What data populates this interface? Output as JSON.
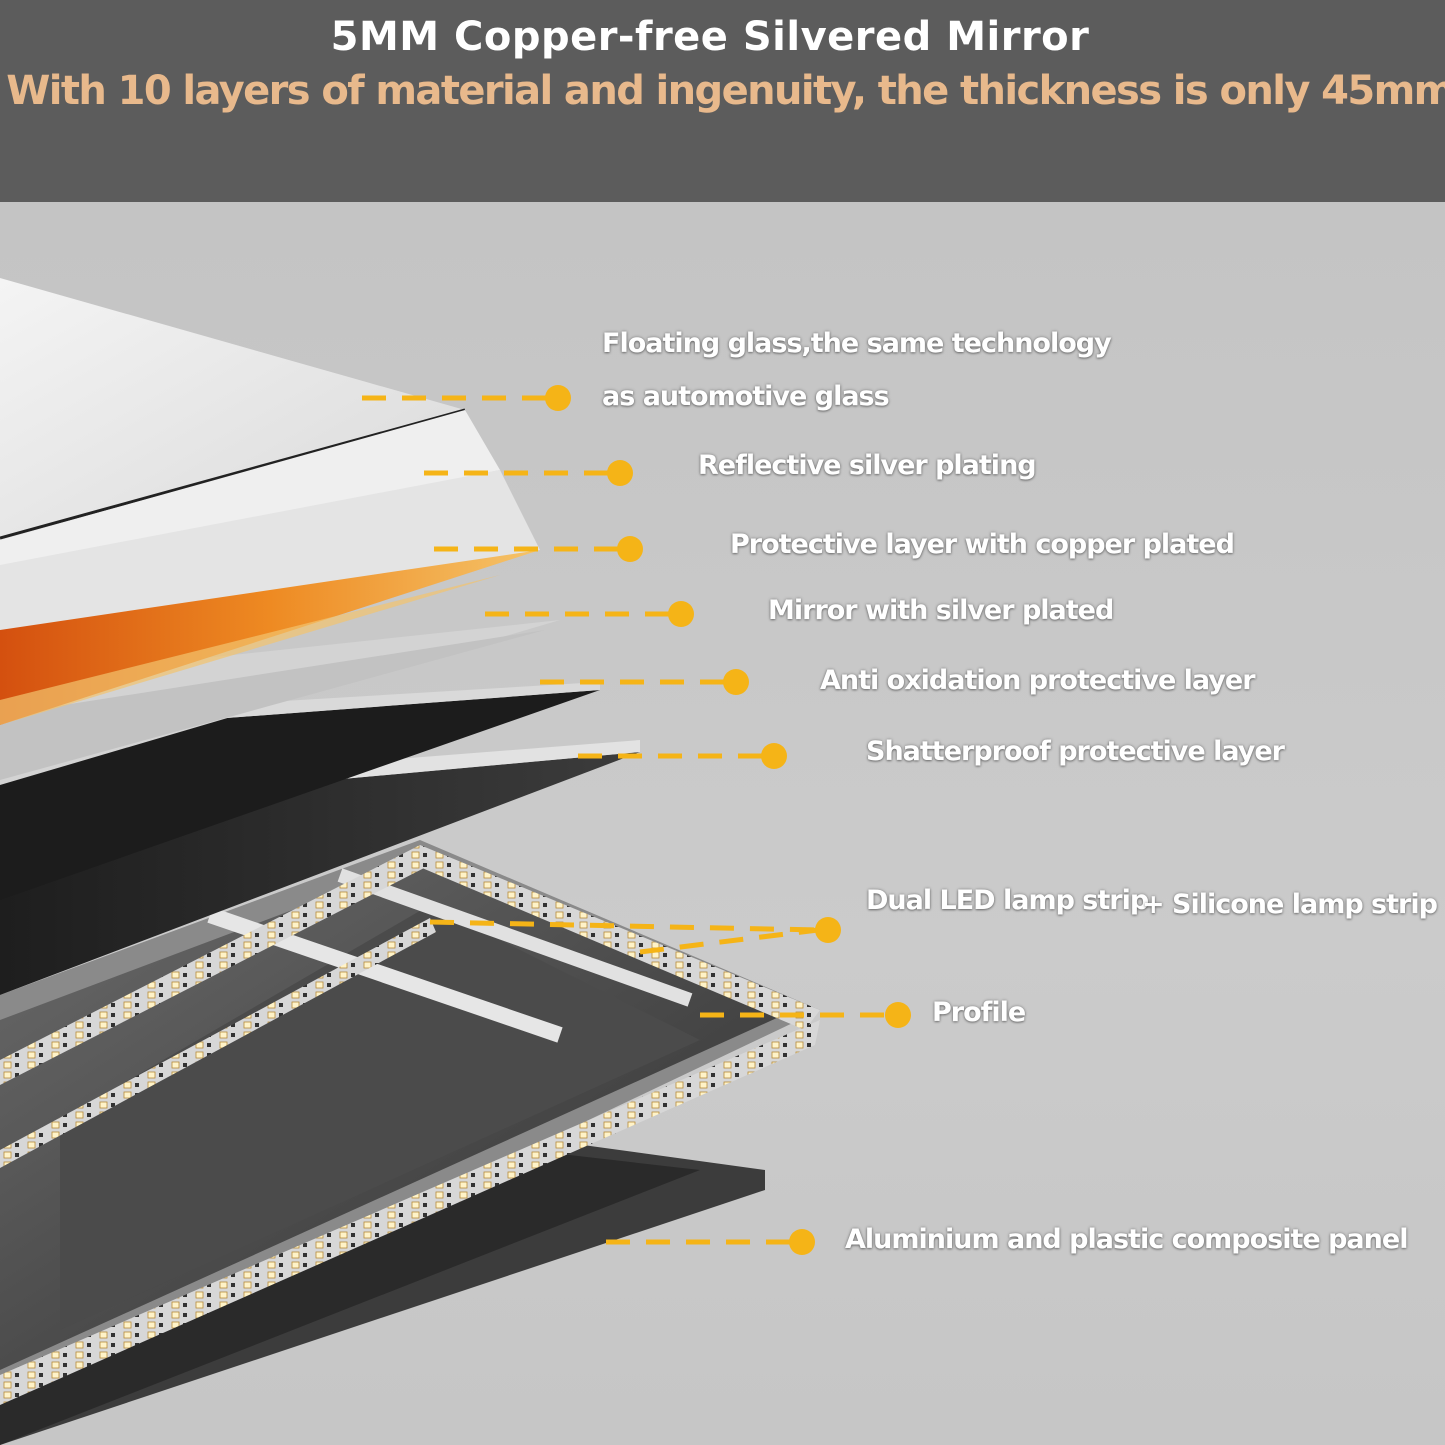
{
  "header": {
    "title": "5MM Copper-free Silvered Mirror",
    "subtitle": "With 10 layers of material and ingenuity, the thickness is only 45mm"
  },
  "layers": {
    "floating_glass_line1": "Floating glass,the same technology",
    "floating_glass_line2": "as automotive glass",
    "reflective_silver": "Reflective silver plating",
    "protective_copper": "Protective layer with copper plated",
    "mirror_silver": "Mirror with silver plated",
    "anti_oxidation": "Anti oxidation protective layer",
    "shatterproof": "Shatterproof protective layer",
    "dual_led": "Dual LED lamp strip",
    "silicone_strip": "+ Silicone lamp strip",
    "profile": "Profile",
    "composite_panel": "Aluminium and plastic composite panel"
  },
  "colors": {
    "header_bg": "#5c5c5c",
    "title": "#ffffff",
    "subtitle": "#e8b98c",
    "background": "#c7c7c7",
    "callout": "#f5b417",
    "copper": "#e07a1a"
  }
}
